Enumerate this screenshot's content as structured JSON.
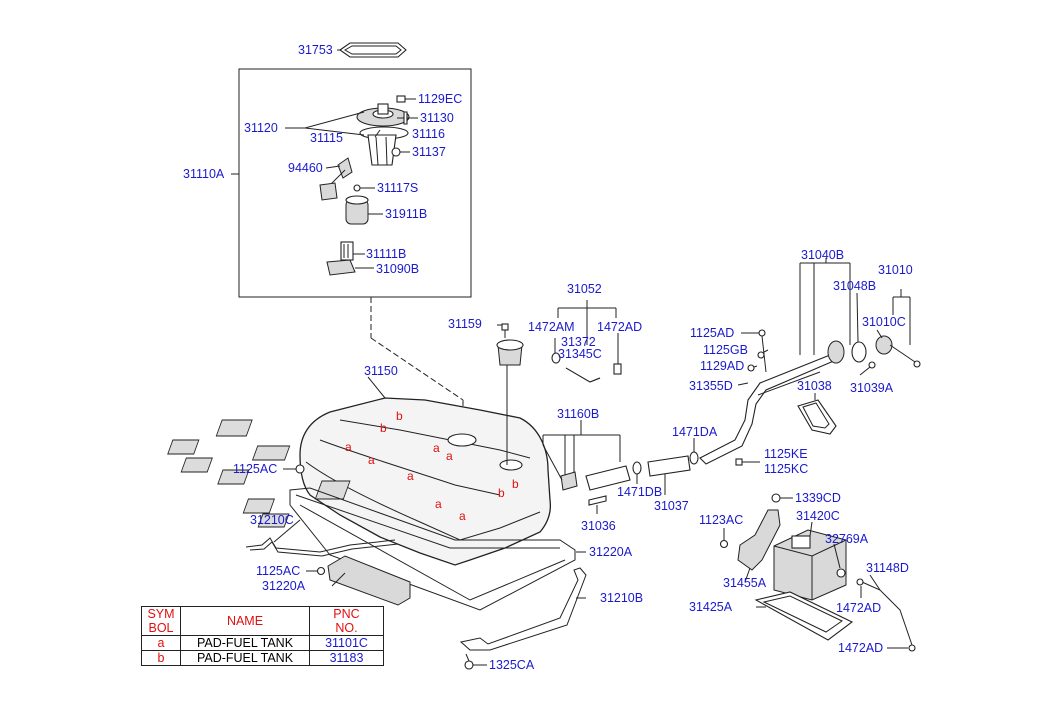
{
  "labels": {
    "p31753": "31753",
    "p1129EC": "1129EC",
    "p31120": "31120",
    "p31130": "31130",
    "p31115": "31115",
    "p31116": "31116",
    "p31137": "31137",
    "p31110A": "31110A",
    "p94460": "94460",
    "p31117S": "31117S",
    "p31911B": "31911B",
    "p31111B": "31111B",
    "p31090B": "31090B",
    "p31052": "31052",
    "p31159": "31159",
    "p1472AM": "1472AM",
    "p1472AD_top": "1472AD",
    "p31372": "31372",
    "p31345C": "31345C",
    "p31150": "31150",
    "p31160B": "31160B",
    "p1125AC_top": "1125AC",
    "p1471DA": "1471DA",
    "p1471DB": "1471DB",
    "p31037": "31037",
    "p31036": "31036",
    "p31210C": "31210C",
    "p31220A_right": "31220A",
    "p1125AC_low": "1125AC",
    "p31220A_low": "31220A",
    "p31210B": "31210B",
    "p1325CA": "1325CA",
    "p31040B": "31040B",
    "p31010": "31010",
    "p31048B": "31048B",
    "p1125AD": "1125AD",
    "p31010C": "31010C",
    "p1125GB": "1125GB",
    "p1129AD": "1129AD",
    "p31039A": "31039A",
    "p31355D": "31355D",
    "p31038": "31038",
    "p1125KE": "1125KE",
    "p1125KC": "1125KC",
    "p1339CD": "1339CD",
    "p1123AC": "1123AC",
    "p31420C": "31420C",
    "p32769A": "32769A",
    "p31148D": "31148D",
    "p31455A": "31455A",
    "p1472AD_mid": "1472AD",
    "p31425A": "31425A",
    "p1472AD_bot": "1472AD"
  },
  "pad_letters": [
    "a",
    "b"
  ],
  "legend": {
    "headers": {
      "symbol": "SYM\nBOL",
      "name": "NAME",
      "pnc": "PNC\nNO."
    },
    "rows": [
      {
        "symbol": "a",
        "name": "PAD-FUEL TANK",
        "pnc": "31101C"
      },
      {
        "symbol": "b",
        "name": "PAD-FUEL TANK",
        "pnc": "31183"
      }
    ]
  },
  "colors": {
    "label": "#1a1acc",
    "symbol": "#e01010",
    "line": "#222222"
  }
}
